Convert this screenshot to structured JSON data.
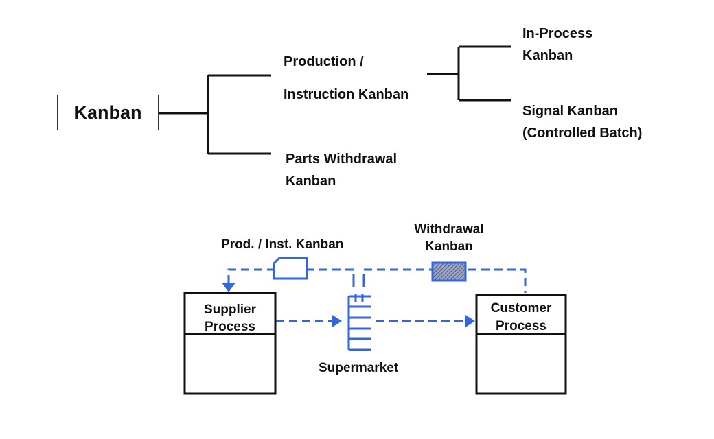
{
  "tree": {
    "root": "Kanban",
    "production": {
      "line1": "Production /",
      "line2": "Instruction Kanban"
    },
    "withdrawal": {
      "line1": "Parts Withdrawal",
      "line2": "Kanban"
    },
    "in_process": {
      "line1": "In-Process",
      "line2": "Kanban"
    },
    "signal": {
      "line1": "Signal Kanban",
      "line2": "(Controlled Batch)"
    }
  },
  "flow": {
    "prod_inst_label": "Prod. / Inst. Kanban",
    "withdrawal_label": {
      "line1": "Withdrawal",
      "line2": "Kanban"
    },
    "supplier": {
      "line1": "Supplier",
      "line2": "Process"
    },
    "customer": {
      "line1": "Customer",
      "line2": "Process"
    },
    "supermarket": "Supermarket"
  },
  "colors": {
    "ink": "#111111",
    "flow_blue": "#3366dd"
  }
}
